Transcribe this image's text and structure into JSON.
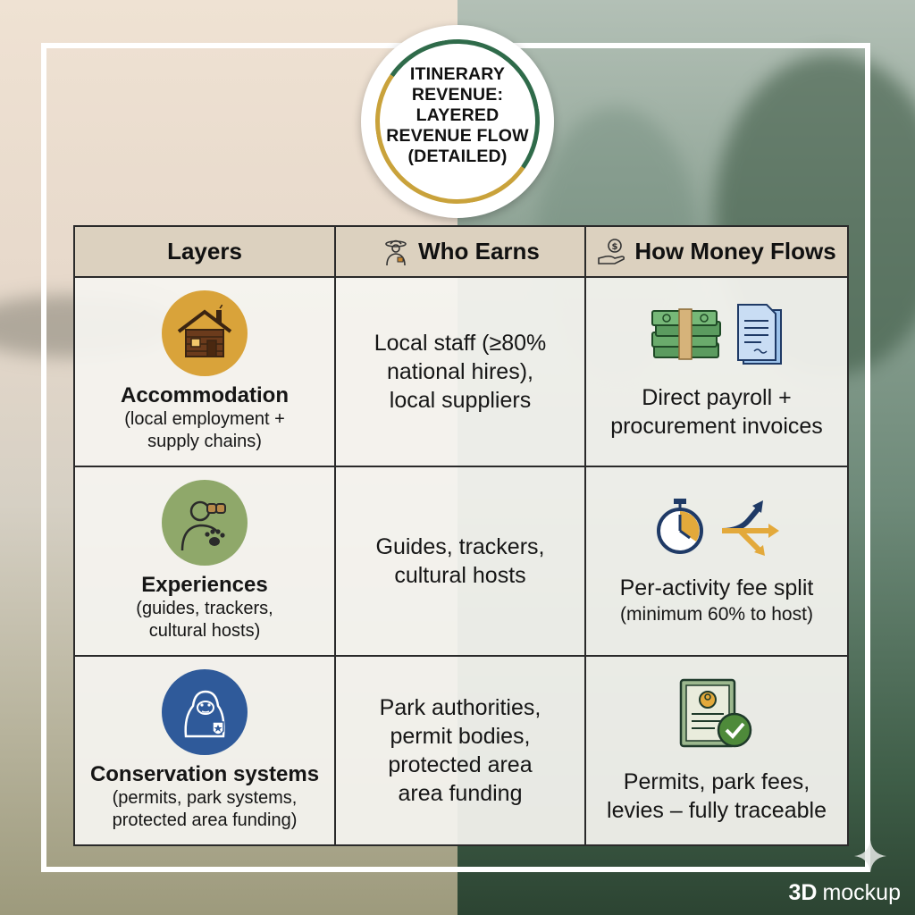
{
  "title": {
    "line1": "ITINERARY",
    "line2": "REVENUE:",
    "line3": "LAYERED",
    "line4": "REVENUE FLOW",
    "line5": "(DETAILED)"
  },
  "table": {
    "headers": {
      "layers": "Layers",
      "who_earns": "Who Earns",
      "how_money_flows": "How Money Flows"
    },
    "rows": [
      {
        "layer_title": "Accommodation",
        "layer_sub_1": "(local employment +",
        "layer_sub_2": "supply chains)",
        "icon": "lodge-icon",
        "earn_1": "Local staff (≥80%",
        "earn_2": "national hires),",
        "earn_3": "local suppliers",
        "earn_4": "",
        "flow_1": "Direct payroll +",
        "flow_2": "procurement invoices",
        "flow_icons": [
          "cash-stack-icon",
          "invoice-document-icon"
        ]
      },
      {
        "layer_title": "Experiences",
        "layer_sub_1": "(guides, trackers,",
        "layer_sub_2": "cultural hosts)",
        "icon": "guide-binoculars-icon",
        "earn_1": "Guides, trackers,",
        "earn_2": "cultural hosts",
        "earn_3": "",
        "earn_4": "",
        "flow_1": "Per-activity fee split",
        "flow_2": "(minimum 60% to host)",
        "flow_icons": [
          "stopwatch-icon",
          "split-arrows-icon"
        ]
      },
      {
        "layer_title": "Conservation systems",
        "layer_sub_1": "(permits, park systems,",
        "layer_sub_2": "protected area funding)",
        "icon": "gorilla-badge-icon",
        "earn_1": "Park authorities,",
        "earn_2": "permit bodies,",
        "earn_3": "protected area",
        "earn_4": "area funding",
        "flow_1": "Permits, park fees,",
        "flow_2": "levies – fully traceable",
        "flow_icons": [
          "permit-check-icon"
        ]
      }
    ]
  },
  "brand": {
    "bold": "3D",
    "rest": "mockup"
  },
  "colors": {
    "header_bg": "#dcd1bf",
    "accommodation_icon": "#d9a33a",
    "experiences_icon": "#8fa86a",
    "conservation_icon": "#2f5a9a",
    "ring_gold": "#c9a23b",
    "ring_green": "#2f6b4a"
  }
}
